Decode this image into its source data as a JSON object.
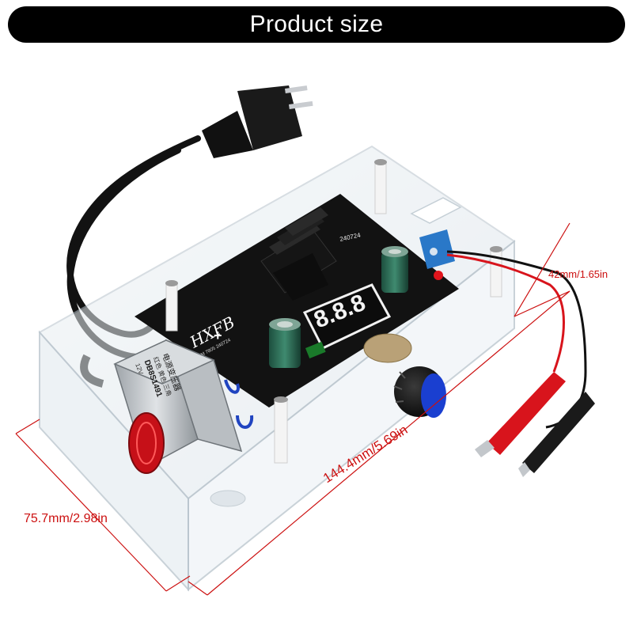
{
  "banner": {
    "title": "Product size"
  },
  "dimensions": {
    "height_label": "42mm/1.65in",
    "width_label": "75.7mm/2.98in",
    "length_label": "144.4mm/5.69in"
  },
  "board": {
    "brand": "HXFB",
    "display_digits": "8.8.8",
    "code_top": "240724",
    "code_small": "LM 7805 240724",
    "plus_sign": "+"
  },
  "transformer": {
    "label_cn": "电源变压器",
    "label_cn2": "红色 黄色 三角",
    "model": "DB8S1491",
    "rating": "12V"
  },
  "colors": {
    "dimension": "#cc1010",
    "banner": "#000000",
    "pcb": "#121212",
    "clip_red": "#d8141c",
    "clip_black": "#1a1a1a",
    "knob_blue": "#1a3fd0"
  }
}
